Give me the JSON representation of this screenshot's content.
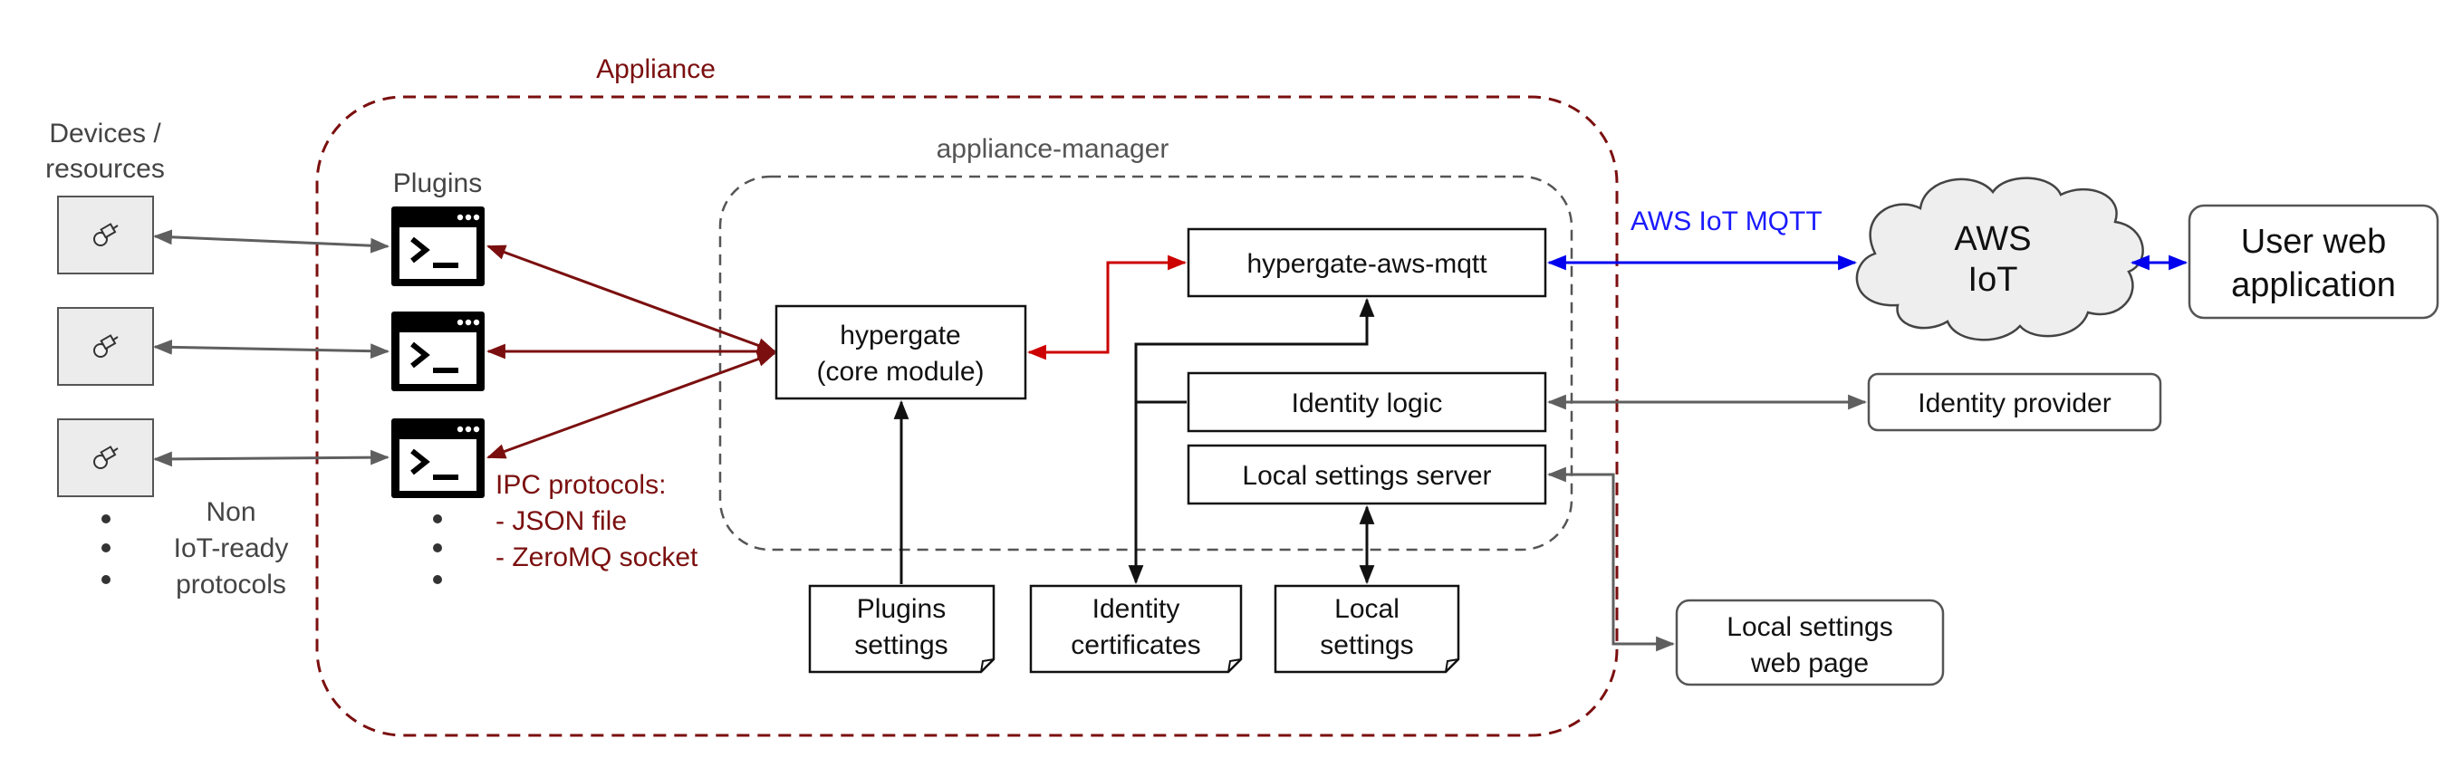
{
  "appliance": {
    "title": "Appliance"
  },
  "appliance_manager": {
    "title": "appliance-manager"
  },
  "devices": {
    "title_line1": "Devices /",
    "title_line2": "resources",
    "non_iot_line1": "Non",
    "non_iot_line2": "IoT-ready",
    "non_iot_line3": "protocols"
  },
  "plugins": {
    "title": "Plugins"
  },
  "ipc": {
    "title": "IPC protocols:",
    "item1": "- JSON file",
    "item2": "- ZeroMQ socket"
  },
  "modules": {
    "hypergate_line1": "hypergate",
    "hypergate_line2": "(core module)",
    "aws_mqtt": "hypergate-aws-mqtt",
    "identity_logic": "Identity logic",
    "local_settings_server": "Local settings server"
  },
  "files": {
    "plugins_settings_line1": "Plugins",
    "plugins_settings_line2": "settings",
    "identity_certs_line1": "Identity",
    "identity_certs_line2": "certificates",
    "local_settings_line1": "Local",
    "local_settings_line2": "settings"
  },
  "external": {
    "aws_mqtt_label": "AWS IoT MQTT",
    "aws_iot_line1": "AWS",
    "aws_iot_line2": "IoT",
    "user_web_line1": "User web",
    "user_web_line2": "application",
    "identity_provider": "Identity provider",
    "local_web_line1": "Local settings",
    "local_web_line2": "web page"
  },
  "colors": {
    "appliance": "#7b0f0f",
    "gray_arrow": "#5f5f5f",
    "red_arrow": "#cc0000",
    "blue_arrow": "#0000ee",
    "aws_label": "#1a1aff",
    "ipc_text": "#7b0f0f"
  }
}
